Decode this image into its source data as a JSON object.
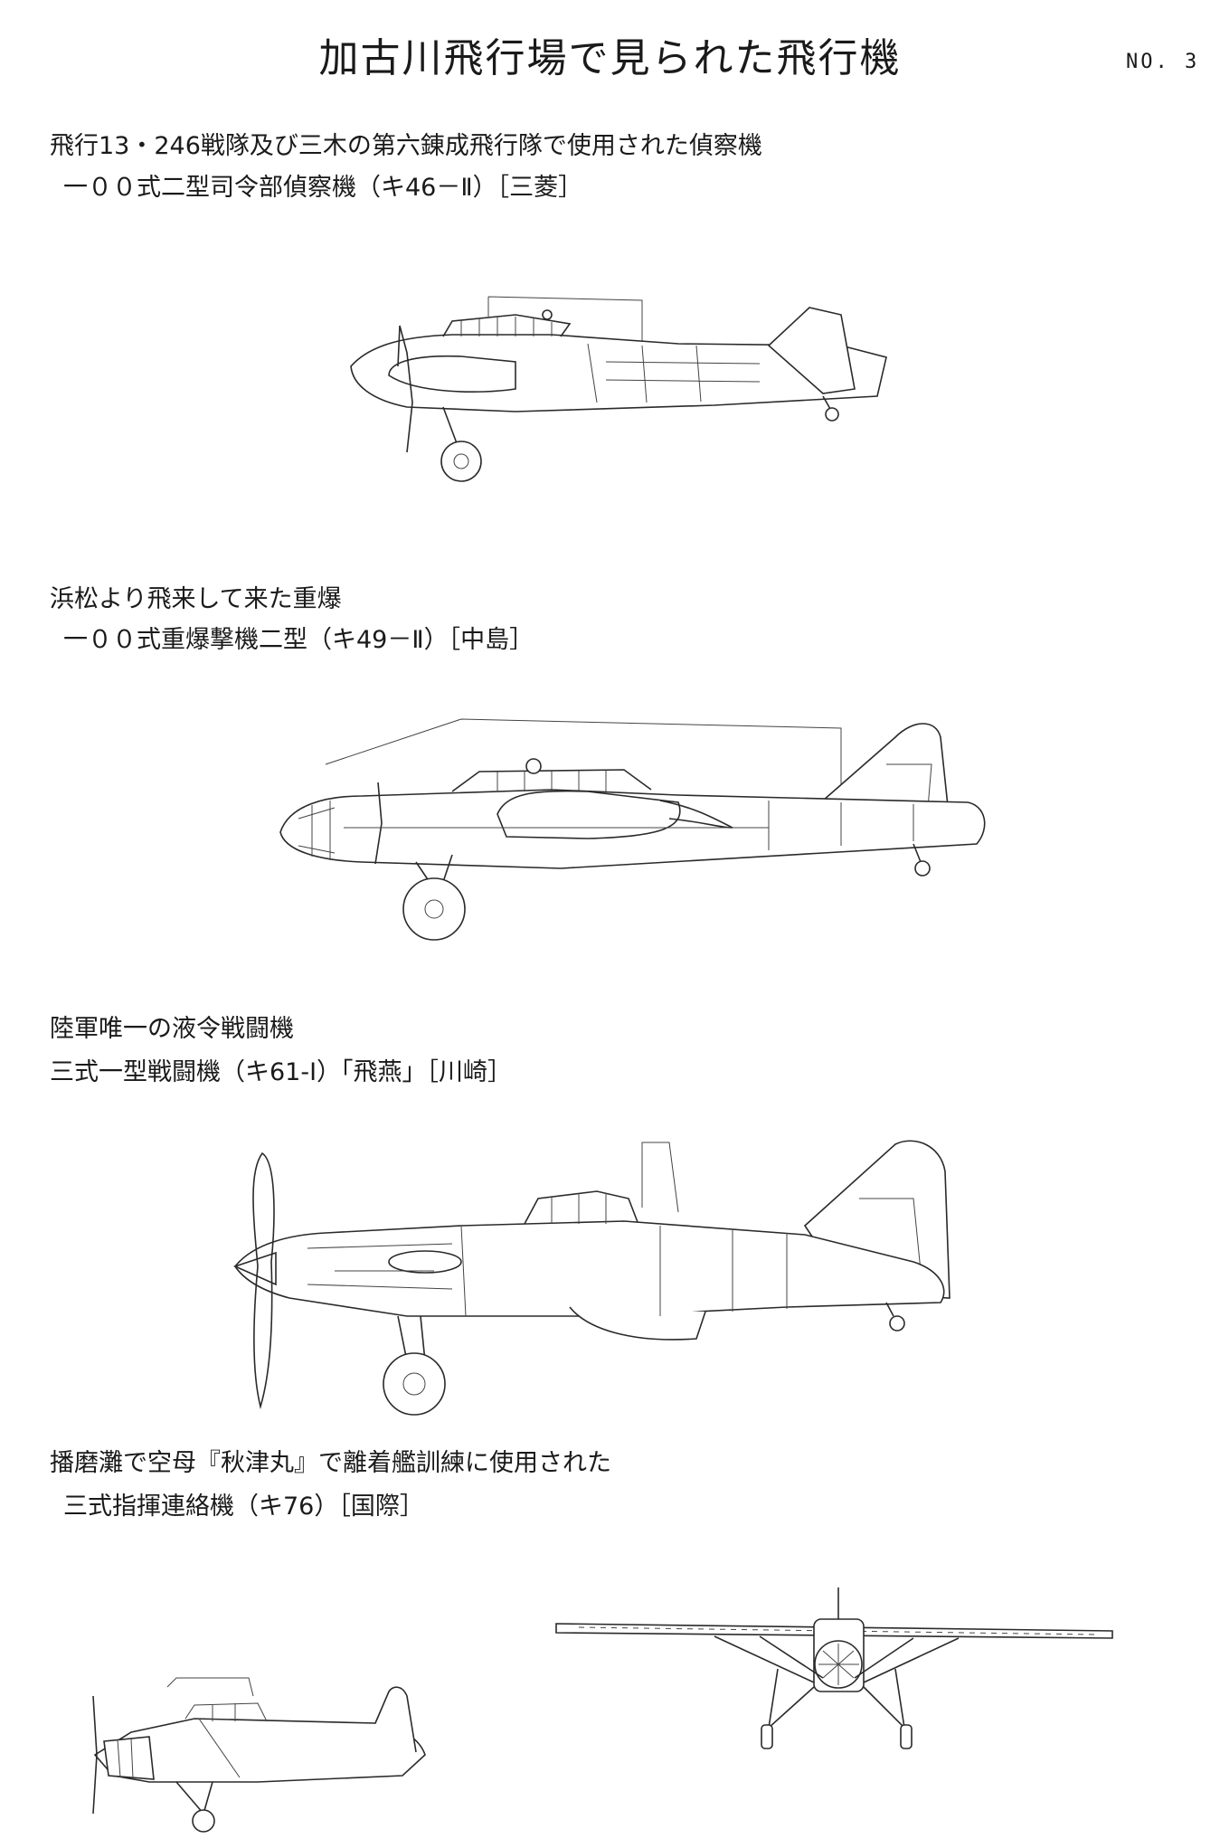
{
  "page": {
    "title": "加古川飛行場で見られた飛行機",
    "page_number": "NO. 3"
  },
  "sections": [
    {
      "heading": "飛行13・246戦隊及び三木の第六錬成飛行隊で使用された偵察機",
      "aircraft": "一００式二型司令部偵察機（キ46－Ⅱ）［三菱］",
      "drawing": "ki-46-side-view"
    },
    {
      "heading": "浜松より飛来して来た重爆",
      "aircraft": "一００式重爆撃機二型（キ49－Ⅱ）［中島］",
      "drawing": "ki-49-side-view"
    },
    {
      "heading": "陸軍唯一の液令戦闘機",
      "aircraft": "三式一型戦闘機（キ61-Ⅰ）「飛燕」［川崎］",
      "drawing": "ki-61-side-view"
    },
    {
      "heading": "播磨灘で空母『秋津丸』で離着艦訓練に使用された",
      "aircraft": "三式指揮連絡機（キ76）［国際］",
      "drawing": "ki-76-side-and-front-view"
    }
  ]
}
